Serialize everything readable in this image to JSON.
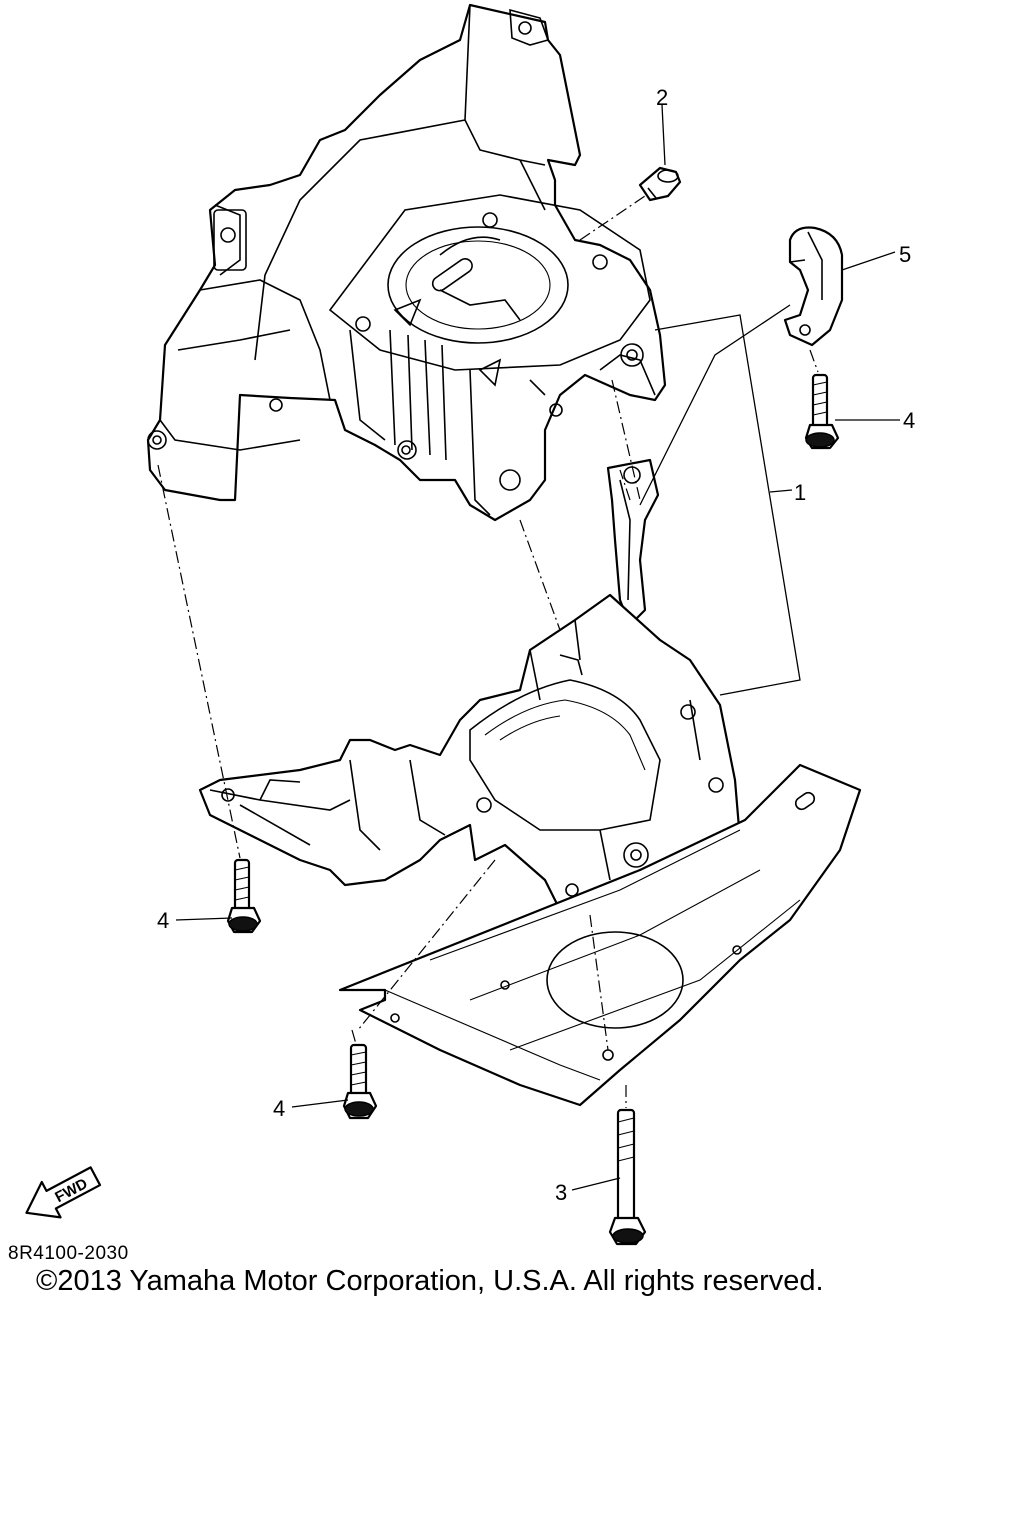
{
  "callouts": {
    "c1": "1",
    "c2": "2",
    "c3": "3",
    "c4a": "4",
    "c4b": "4",
    "c4c": "4",
    "c5": "5"
  },
  "fwd_label": "FWD",
  "diagram_code": "8R4100-2030",
  "copyright": "©2013 Yamaha Motor Corporation, U.S.A. All rights reserved.",
  "icons": {
    "fwd_arrow": "fwd-arrow-icon"
  }
}
